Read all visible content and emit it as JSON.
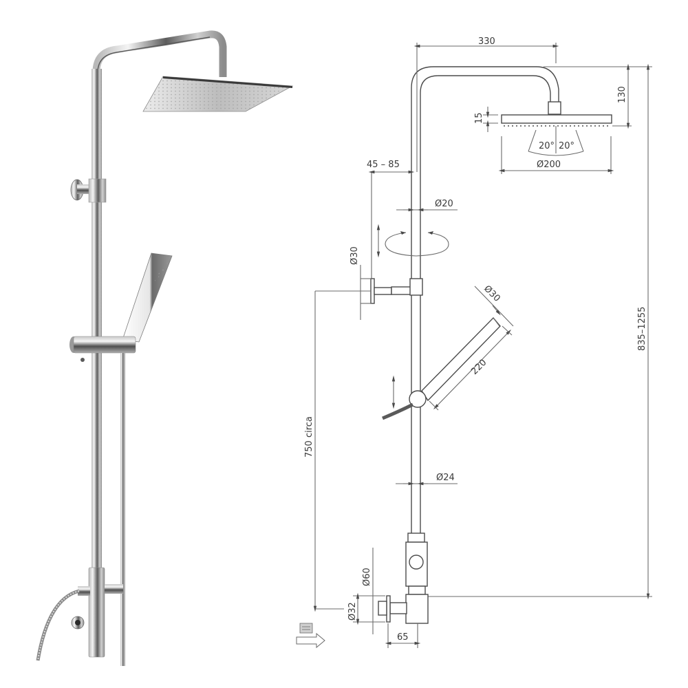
{
  "product": {
    "photo_label": "Shower column with square overhead shower, hand shower and slide bar",
    "components": [
      "overhead-shower-head",
      "shower-arm",
      "riser-pipe",
      "wall-bracket",
      "hand-shower",
      "slider-holder",
      "hose",
      "diverter-mixer",
      "wall-inlet"
    ]
  },
  "drawing": {
    "dimensions": {
      "arm_reach": "330",
      "arm_height": "130",
      "head_thickness": "15",
      "spray_angle_left": "20°",
      "spray_angle_right": "20°",
      "head_diameter": "Ø200",
      "bracket_offset": "45 – 85",
      "upper_pipe_diameter": "Ø20",
      "bracket_diameter": "Ø30",
      "hand_shower_diameter": "Ø30",
      "hand_shower_length": "220",
      "lower_pipe_diameter": "Ø24",
      "slider_height": "750 circa",
      "total_height": "835–1255",
      "mixer_diameter": "Ø60",
      "inlet_diameter": "Ø32",
      "inlet_depth": "65"
    },
    "legend": {
      "icon": "water-inlet-direction-icon"
    }
  },
  "colors": {
    "line": "#4a4a4a",
    "dimension": "#6a6a6a",
    "chrome_dark": "#5a5a5a",
    "chrome_mid": "#a8a8a8",
    "chrome_light": "#e8e8e8"
  }
}
